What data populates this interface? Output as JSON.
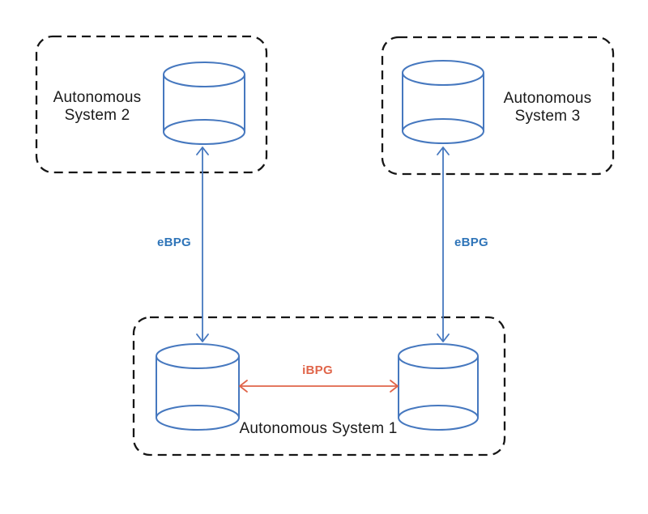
{
  "canvas": {
    "width": "800",
    "height": "635",
    "background": "#ffffff"
  },
  "colors": {
    "boundary": "#161616",
    "text": "#1a1a1a",
    "router_blue": "#4678bf",
    "ebgp_label_blue": "#2e74b8",
    "ibgp_orange": "#e0654a"
  },
  "icons": {
    "router": "database-cylinder"
  },
  "nodes": {
    "as2": {
      "line1": "Autonomous",
      "line2": "System 2"
    },
    "as3": {
      "line1": "Autonomous",
      "line2": "System 3"
    },
    "as1": {
      "label": "Autonomous System 1"
    }
  },
  "edges": {
    "ebgp_left": {
      "label": "eBPG"
    },
    "ebgp_right": {
      "label": "eBPG"
    },
    "ibgp": {
      "label": "iBPG"
    }
  }
}
